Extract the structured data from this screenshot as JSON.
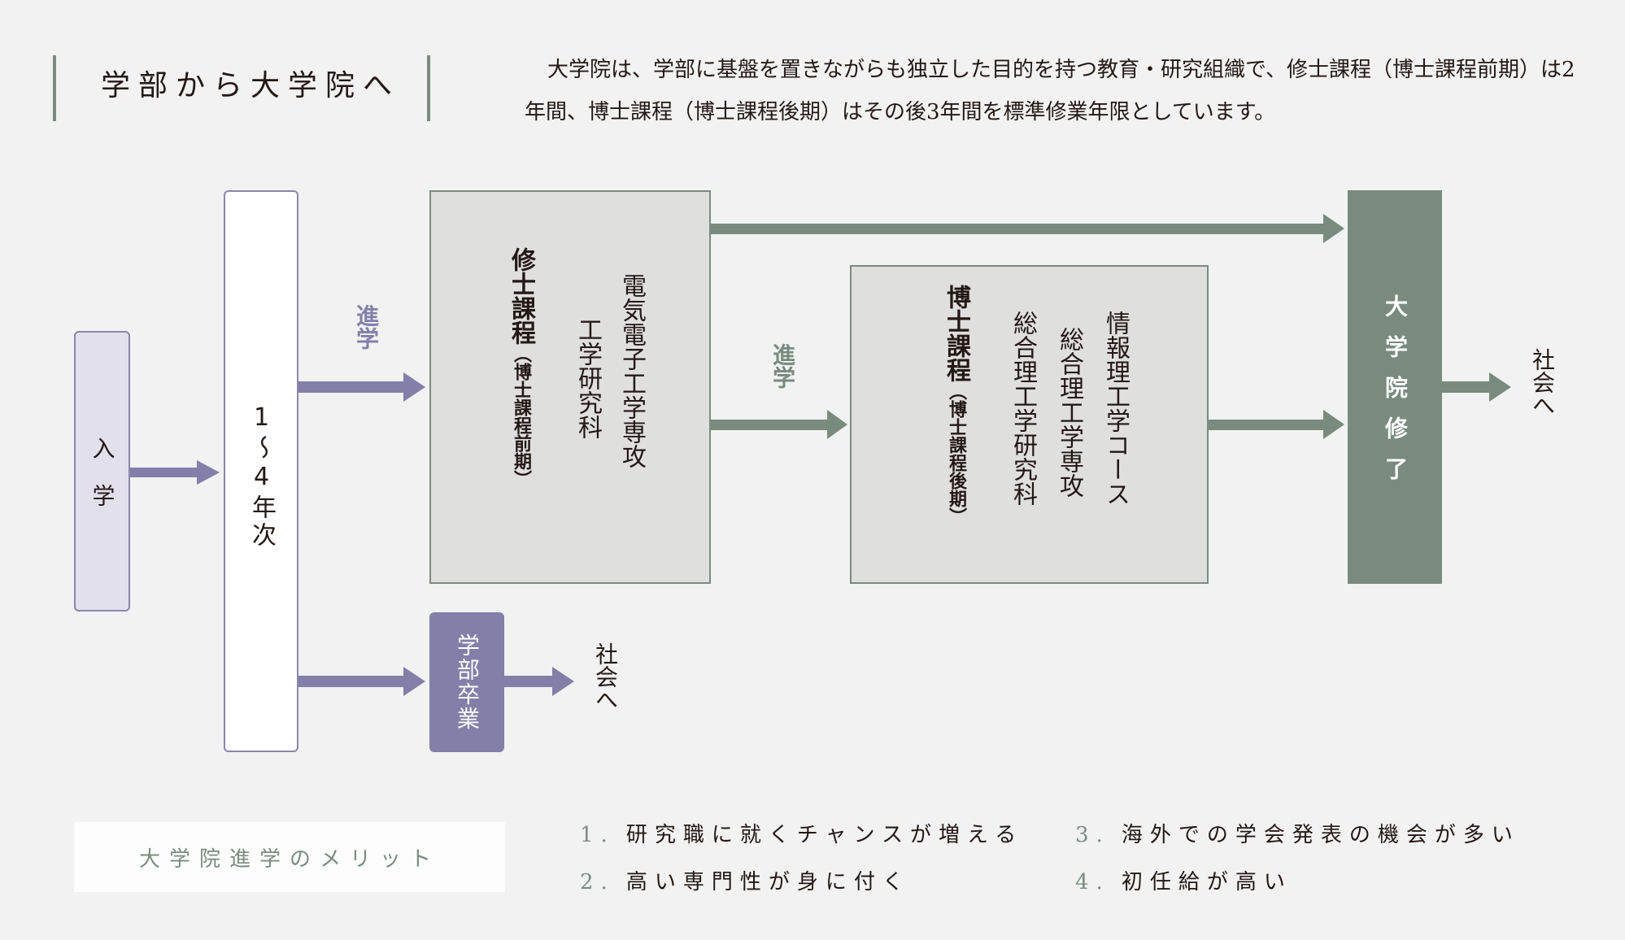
{
  "header": {
    "title": "学部から大学院へ",
    "intro": "大学院は、学部に基盤を置きながらも独立した目的を持つ教育・研究組織で、修士課程（博士課程前期）は2年間、博士課程（博士課程後期）はその後3年間を標準修業年限としています。"
  },
  "colors": {
    "background": "#f1f2f1",
    "purple": "#837fa9",
    "purple_light": "#e1e0ec",
    "green": "#788b7e",
    "gray_box": "#dfdfdd",
    "text": "#231815"
  },
  "flow": {
    "entry": "入学",
    "years": "1〜4年次",
    "advance_label_1": "進学",
    "advance_label_2": "進学",
    "master": {
      "title": "修士課程",
      "subtitle": "（博士課程前期）",
      "graduate_school": "工学研究科",
      "major": "電気電子工学専攻"
    },
    "doctor": {
      "title": "博士課程",
      "subtitle": "（博士課程後期）",
      "graduate_school": "総合理工学研究科",
      "major": "総合理工学専攻",
      "course": "情報理工学コース"
    },
    "completion": "大学院修了",
    "bachelor_grad": "学部卒業",
    "to_society_1": "社会へ",
    "to_society_2": "社会へ"
  },
  "merits": {
    "title": "大学院進学のメリット",
    "items": [
      {
        "num": "1.",
        "text": "研究職に就くチャンスが増える"
      },
      {
        "num": "2.",
        "text": "高い専門性が身に付く"
      },
      {
        "num": "3.",
        "text": "海外での学会発表の機会が多い"
      },
      {
        "num": "4.",
        "text": "初任給が高い"
      }
    ]
  }
}
